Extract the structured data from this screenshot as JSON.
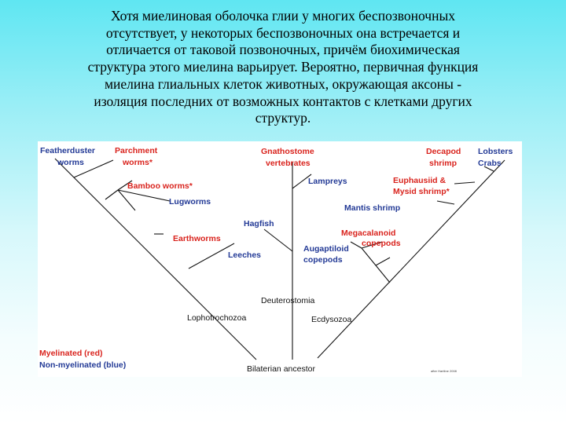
{
  "caption_lines": [
    "Хотя миелиновая  оболочка глии  у многих беспозвоночных",
    "отсутствует, у некоторых беспозвоночных она встречается и",
    "отличается от таковой позвоночных, причём биохимическая",
    "структура этого миелина варьирует. Вероятно, первичная функция",
    "миелина глиальных клеток животных, окружающая аксоны -",
    "изоляция последних от возможных контактов с клетками других",
    "структур."
  ],
  "legend": {
    "myelinated": "Myelinated (red)",
    "non_myelinated": "Non-myelinated (blue)"
  },
  "colors": {
    "myelinated": "#d9231d",
    "non_myelinated": "#233a96"
  },
  "taxa": {
    "featherduster_1": "Featherduster",
    "featherduster_2": "worms",
    "parchment_1": "Parchment",
    "parchment_2": "worms*",
    "bamboo": "Bamboo worms*",
    "lugworms": "Lugworms",
    "earthworms": "Earthworms",
    "leeches": "Leeches",
    "hagfish": "Hagfish",
    "gnathostome_1": "Gnathostome",
    "gnathostome_2": "vertebrates",
    "lampreys": "Lampreys",
    "decapod_1": "Decapod",
    "decapod_2": "shrimp",
    "lobsters": "Lobsters",
    "crabs": "Crabs",
    "euphausiid_1": "Euphausiid &",
    "euphausiid_2": "Mysid shrimp*",
    "mantis": "Mantis shrimp",
    "megacalanoid_1": "Megacalanoid",
    "megacalanoid_2": "copepods",
    "augaptiloid_1": "Augaptiloid",
    "augaptiloid_2": "copepods"
  },
  "clades": {
    "deuterostomia": "Deuterostomia",
    "lophotrochozoa": "Lophotrochozoa",
    "ecdysozoa": "Ecdysozoa",
    "bilaterian": "Bilaterian ancestor"
  },
  "credit": "after Hartline 2008"
}
